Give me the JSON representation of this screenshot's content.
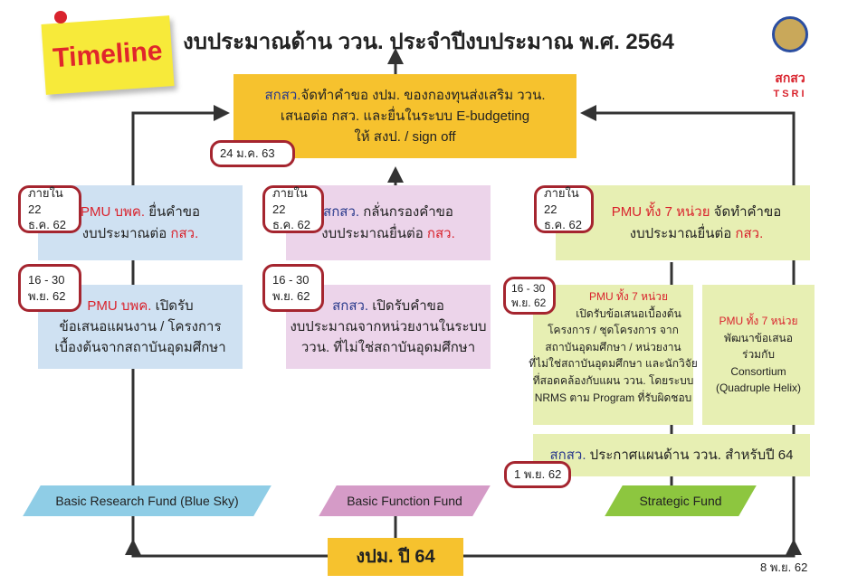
{
  "header": {
    "badge": "Timeline",
    "title": "งบประมาณด้าน ววน. ประจำปีงบประมาณ พ.ศ. 2564",
    "logo_th": "สกสว",
    "logo_en": "TSRI"
  },
  "top_box": {
    "org": "สกสว.",
    "line1": "จัดทำคำขอ งปม. ของกองทุนส่งเสริม ววน.",
    "line2": "เสนอต่อ กสว. และยื่นในระบบ E-budgeting",
    "line3": "ให้ สงป. / sign off",
    "date": "24 ม.ค. 63"
  },
  "left": {
    "submit": {
      "date1": "ภายใน 22",
      "date2": "ธ.ค. 62",
      "org": "PMU บพค.",
      "text1": "ยื่นคำขอ",
      "text2": "งบประมาณต่อ",
      "target": "กสว."
    },
    "open": {
      "date1": "16 - 30",
      "date2": "พ.ย. 62",
      "org": "PMU บพค.",
      "text1": "เปิดรับ",
      "text2": "ข้อเสนอแผนงาน / โครงการ",
      "text3": "เบื้องต้นจากสถาบันอุดมศึกษา"
    },
    "fund": "Basic Research Fund (Blue Sky)"
  },
  "middle": {
    "submit": {
      "date1": "ภายใน 22",
      "date2": "ธ.ค. 62",
      "org": "สกสว.",
      "text1": "กลั่นกรองคำขอ",
      "text2": "งบประมาณยื่นต่อ",
      "target": "กสว."
    },
    "open": {
      "date1": "16 - 30",
      "date2": "พ.ย. 62",
      "org": "สกสว.",
      "text1": "เปิดรับคำขอ",
      "text2": "งบประมาณจากหน่วยงานในระบบ",
      "text3": "ววน. ที่ไม่ใช่สถาบันอุดมศึกษา"
    },
    "fund": "Basic Function Fund"
  },
  "right": {
    "submit": {
      "date1": "ภายใน 22",
      "date2": "ธ.ค. 62",
      "org": "PMU ทั้ง 7 หน่วย",
      "text1": "จัดทำคำขอ",
      "text2": "งบประมาณยื่นต่อ",
      "target": "กสว."
    },
    "open": {
      "date1": "16 - 30",
      "date2": "พ.ย. 62",
      "org": "PMU ทั้ง 7 หน่วย",
      "lines": [
        "เปิดรับข้อเสนอเบื้องต้น",
        "โครงการ / ชุดโครงการ จาก",
        "สถาบันอุดมศึกษา / หน่วยงาน",
        "ที่ไม่ใช่สถาบันอุดมศึกษา และนักวิจัย",
        "ที่สอดคล้องกับแผน ววน. โดยระบบ",
        "NRMS ตาม Program ที่รับผิดชอบ"
      ]
    },
    "develop": {
      "org": "PMU ทั้ง 7 หน่วย",
      "lines": [
        "พัฒนาข้อเสนอ",
        "ร่วมกับ",
        "Consortium",
        "(Quadruple Helix)"
      ]
    },
    "announce": {
      "org": "สกสว.",
      "text": "ประกาศแผนด้าน ววน. สำหรับปี 64",
      "date": "1 พ.ย. 62"
    },
    "fund": "Strategic Fund"
  },
  "bottom": {
    "budget": "งปม. ปี 64",
    "date": "8 พ.ย. 62"
  }
}
